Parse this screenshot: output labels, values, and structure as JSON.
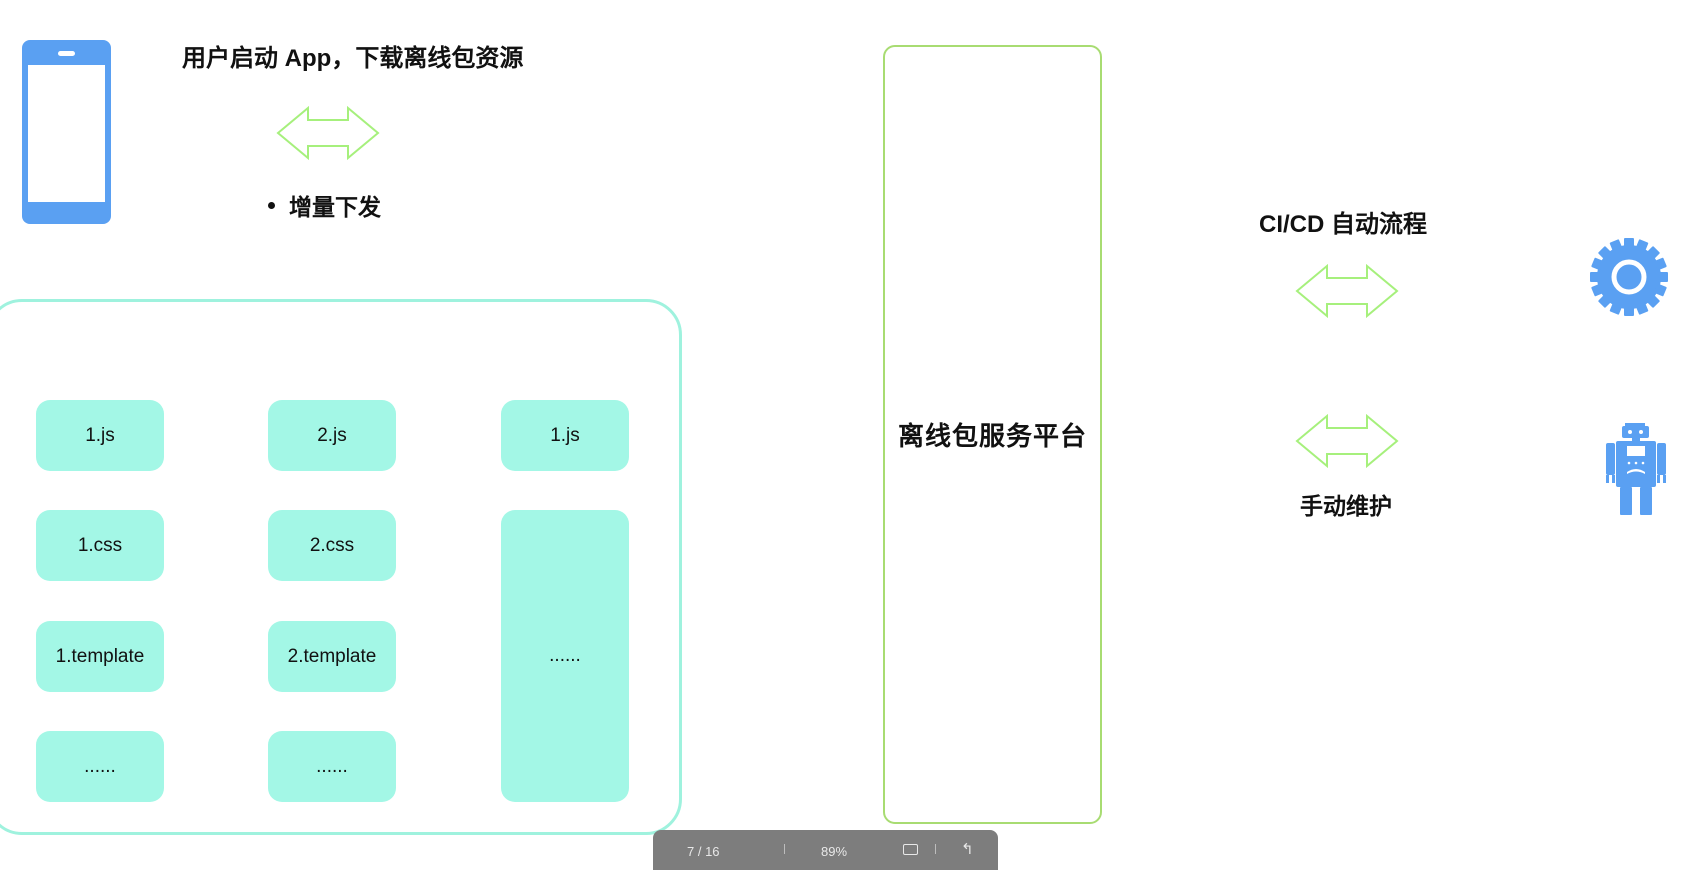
{
  "diagram": {
    "client": {
      "icon": "phone-icon",
      "title": "用户启动 App，下载离线包资源",
      "bullet": "增量下发",
      "arrow_icon": "double-arrow-icon"
    },
    "package_container": {
      "columns": [
        {
          "items": [
            "1.js",
            "1.css",
            "1.template",
            "......"
          ]
        },
        {
          "items": [
            "2.js",
            "2.css",
            "2.template",
            "......"
          ]
        },
        {
          "items": [
            "1.js",
            "......"
          ]
        }
      ]
    },
    "platform": {
      "label": "离线包服务平台"
    },
    "sources": [
      {
        "label": "CI/CD 自动流程",
        "icon": "gear-icon",
        "arrow_icon": "double-arrow-icon"
      },
      {
        "label": "手动维护",
        "icon": "robot-icon",
        "arrow_icon": "double-arrow-icon"
      }
    ]
  },
  "colors": {
    "icon_blue": "#5aa0f2",
    "arrow_green": "#a6f07c",
    "container_border": "#9ff2de",
    "file_box_fill": "#a3f7e6",
    "platform_border": "#a8dc72",
    "toolbar_bg": "#7d7d7d"
  },
  "toolbar": {
    "page": "7 / 16",
    "zoom": "89%"
  }
}
